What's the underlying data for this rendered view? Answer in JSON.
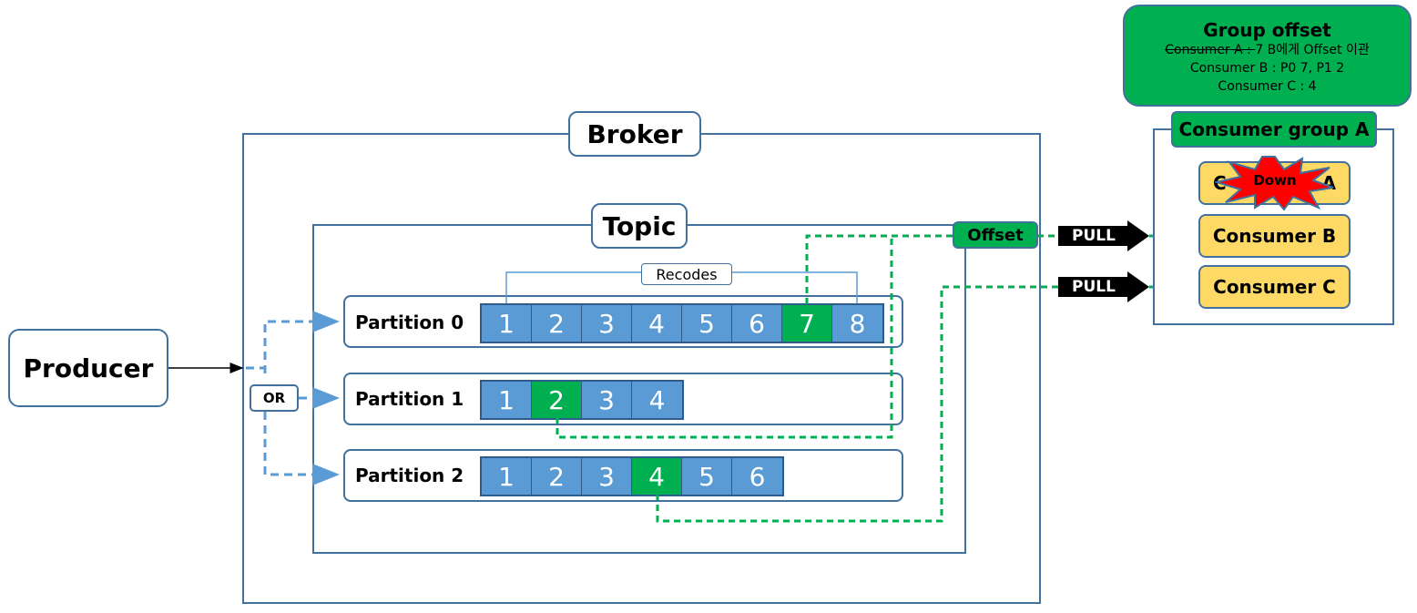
{
  "producer": {
    "label": "Producer"
  },
  "or_label": "OR",
  "broker": {
    "label": "Broker"
  },
  "topic": {
    "label": "Topic"
  },
  "recodes_label": "Recodes",
  "offset_label": "Offset",
  "pull_label": "PULL",
  "partitions": [
    {
      "label": "Partition 0",
      "records": [
        "1",
        "2",
        "3",
        "4",
        "5",
        "6",
        "7",
        "8"
      ],
      "offset_index": 6
    },
    {
      "label": "Partition 1",
      "records": [
        "1",
        "2",
        "3",
        "4"
      ],
      "offset_index": 1
    },
    {
      "label": "Partition 2",
      "records": [
        "1",
        "2",
        "3",
        "4",
        "5",
        "6"
      ],
      "offset_index": 3
    }
  ],
  "group_offset": {
    "title": "Group offset",
    "line_a_struck": "Consumer A : ",
    "line_a_rest": "7 B에게 Offset 이관",
    "line_b": "Consumer B : P0 7, P1 2",
    "line_c": "Consumer C : 4"
  },
  "consumer_group": {
    "label": "Consumer group A",
    "down_label": "Down",
    "consumer_a_partial_left": "C",
    "consumer_a_partial_right": "A",
    "consumer_b": "Consumer B",
    "consumer_c": "Consumer C"
  },
  "colors": {
    "frame": "#41719c",
    "record": "#5b9bd5",
    "offset_record": "#00b050",
    "consumer": "#ffd966",
    "down_burst": "#ff0000",
    "dashed_offset_line": "#00b050",
    "dashed_producer_line": "#5b9bd5"
  }
}
